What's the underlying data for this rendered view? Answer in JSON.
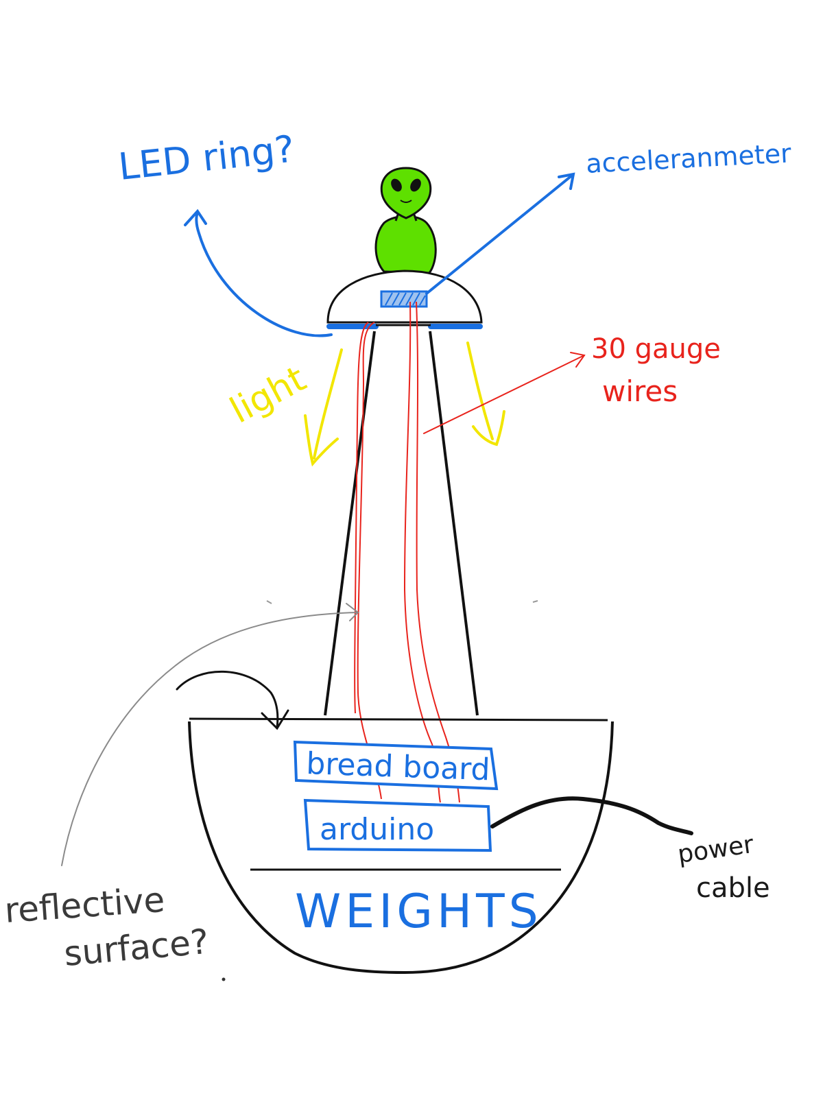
{
  "labels": {
    "led_ring": "LED ring?",
    "accelerometer": "acceleranmeter",
    "light": "light",
    "gauge_line1": "30 gauge",
    "gauge_line2": "wires",
    "breadboard": "bread board",
    "arduino": "arduino",
    "weights": "WEIGHTS",
    "power_line1": "power",
    "power_line2": "cable",
    "reflective_line1": "reflective",
    "reflective_line2": "surface?"
  },
  "colors": {
    "blue": "#1a6fe0",
    "red": "#e8231c",
    "yellow": "#f2e600",
    "alien_green": "#5ee000",
    "outline": "#111111",
    "gray_arrow": "#8a8a8a"
  }
}
